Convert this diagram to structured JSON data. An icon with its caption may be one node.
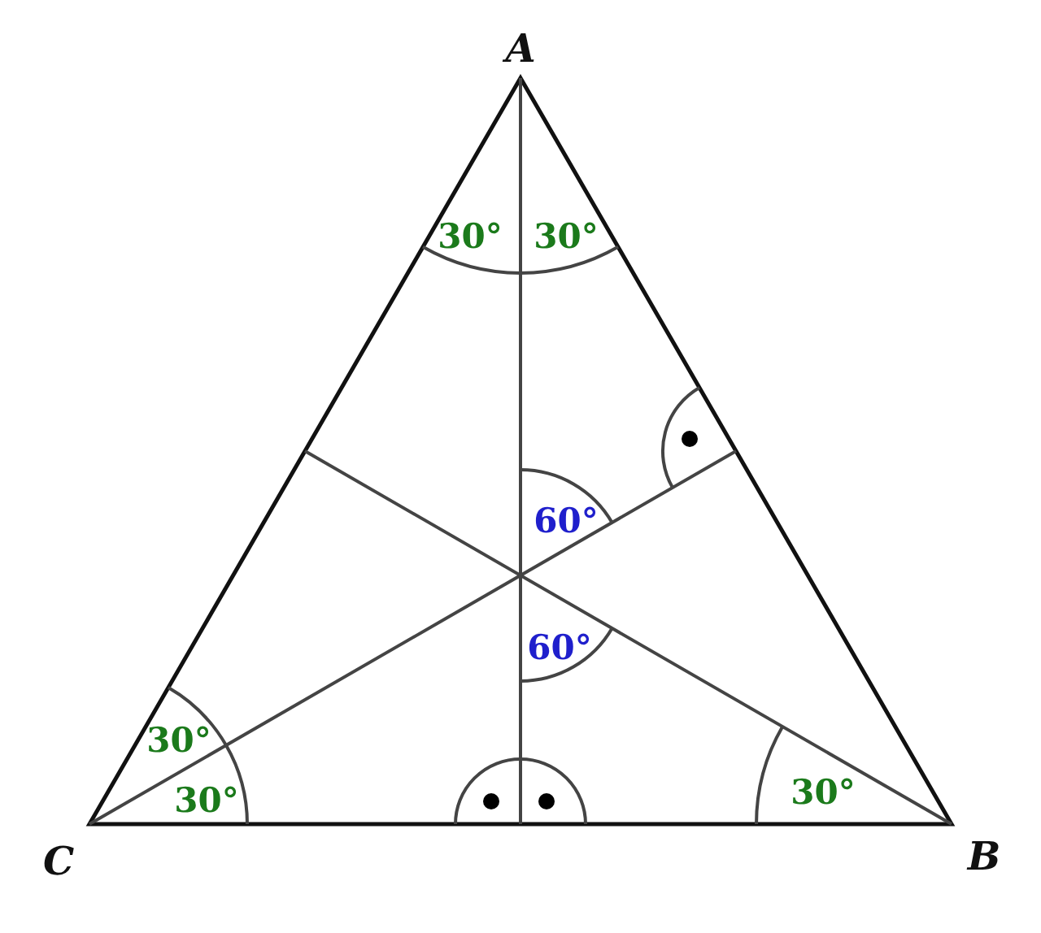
{
  "diagram": {
    "labels": [
      "A",
      "30°",
      "30°",
      "60°",
      "60°",
      "30°",
      "30°",
      "30°",
      "C",
      "B"
    ]
  }
}
